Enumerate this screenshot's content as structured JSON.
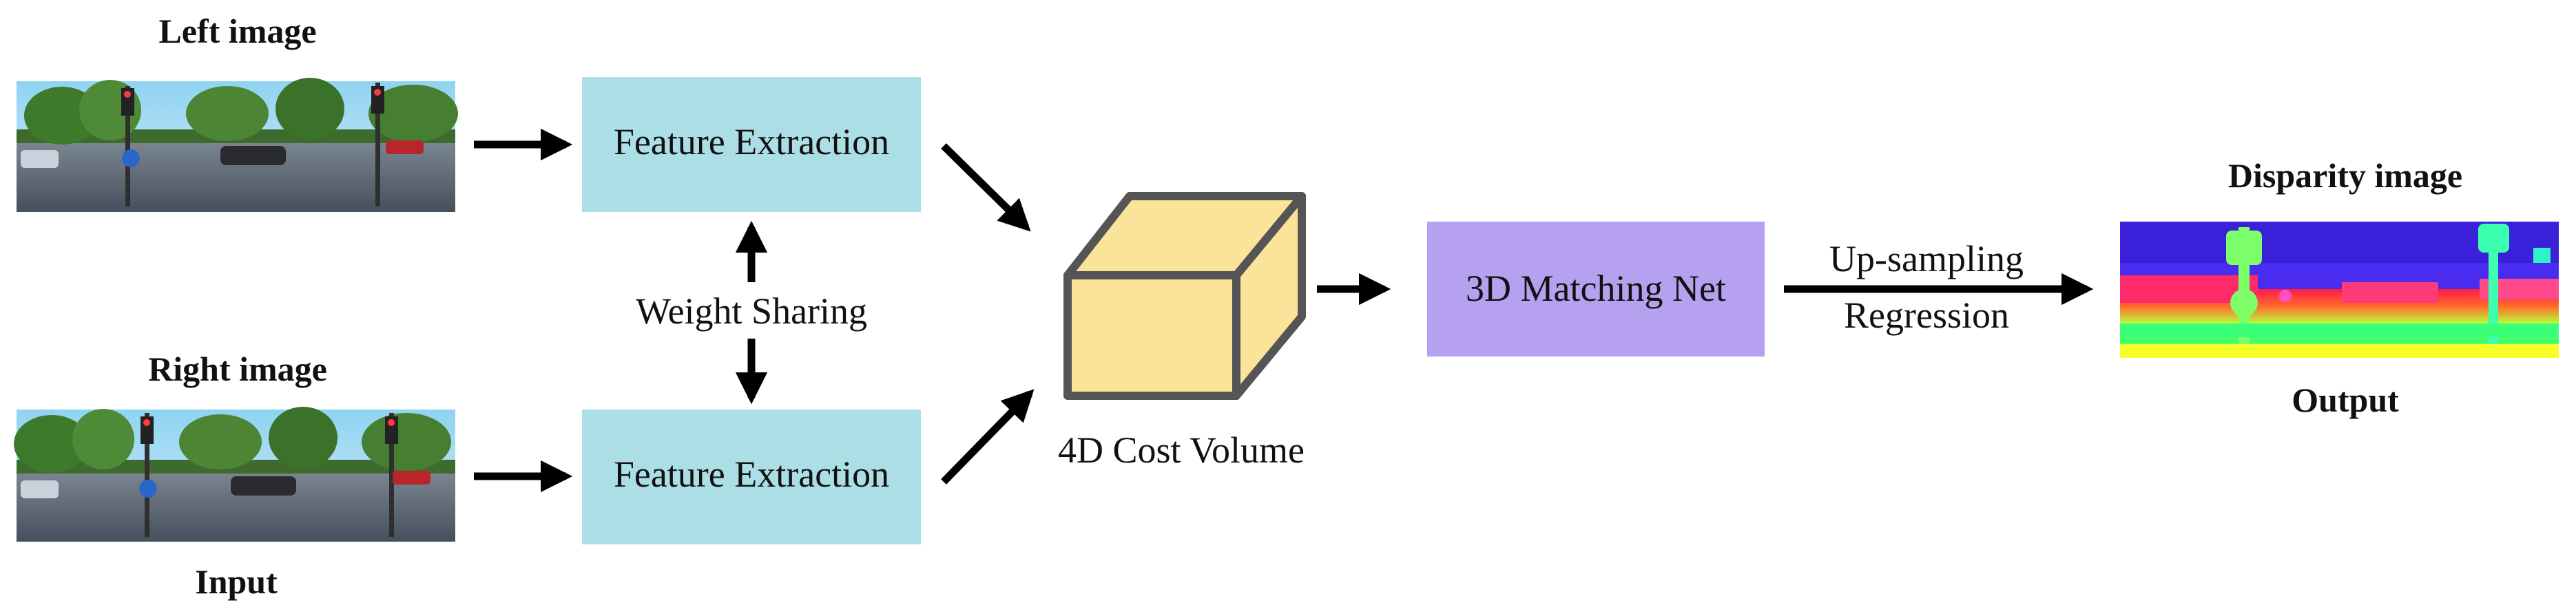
{
  "labels": {
    "left_image": "Left image",
    "right_image": "Right image",
    "input": "Input",
    "feature_extraction_top": "Feature Extraction",
    "feature_extraction_bottom": "Feature Extraction",
    "weight_sharing": "Weight Sharing",
    "cost_volume": "4D Cost Volume",
    "matching_net": "3D Matching Net",
    "upsampling": "Up-sampling",
    "regression": "Regression",
    "disparity_image": "Disparity image",
    "output": "Output"
  },
  "colors": {
    "feature_box": "#acdee6",
    "matching_box": "#b5a1f0",
    "cube_face": "#fbe39a",
    "cube_edge": "#555555",
    "arrow": "#000000",
    "sky": "#9fd7ef",
    "road": "#5d6a78",
    "disparity_sky": "#4a2cf0"
  }
}
